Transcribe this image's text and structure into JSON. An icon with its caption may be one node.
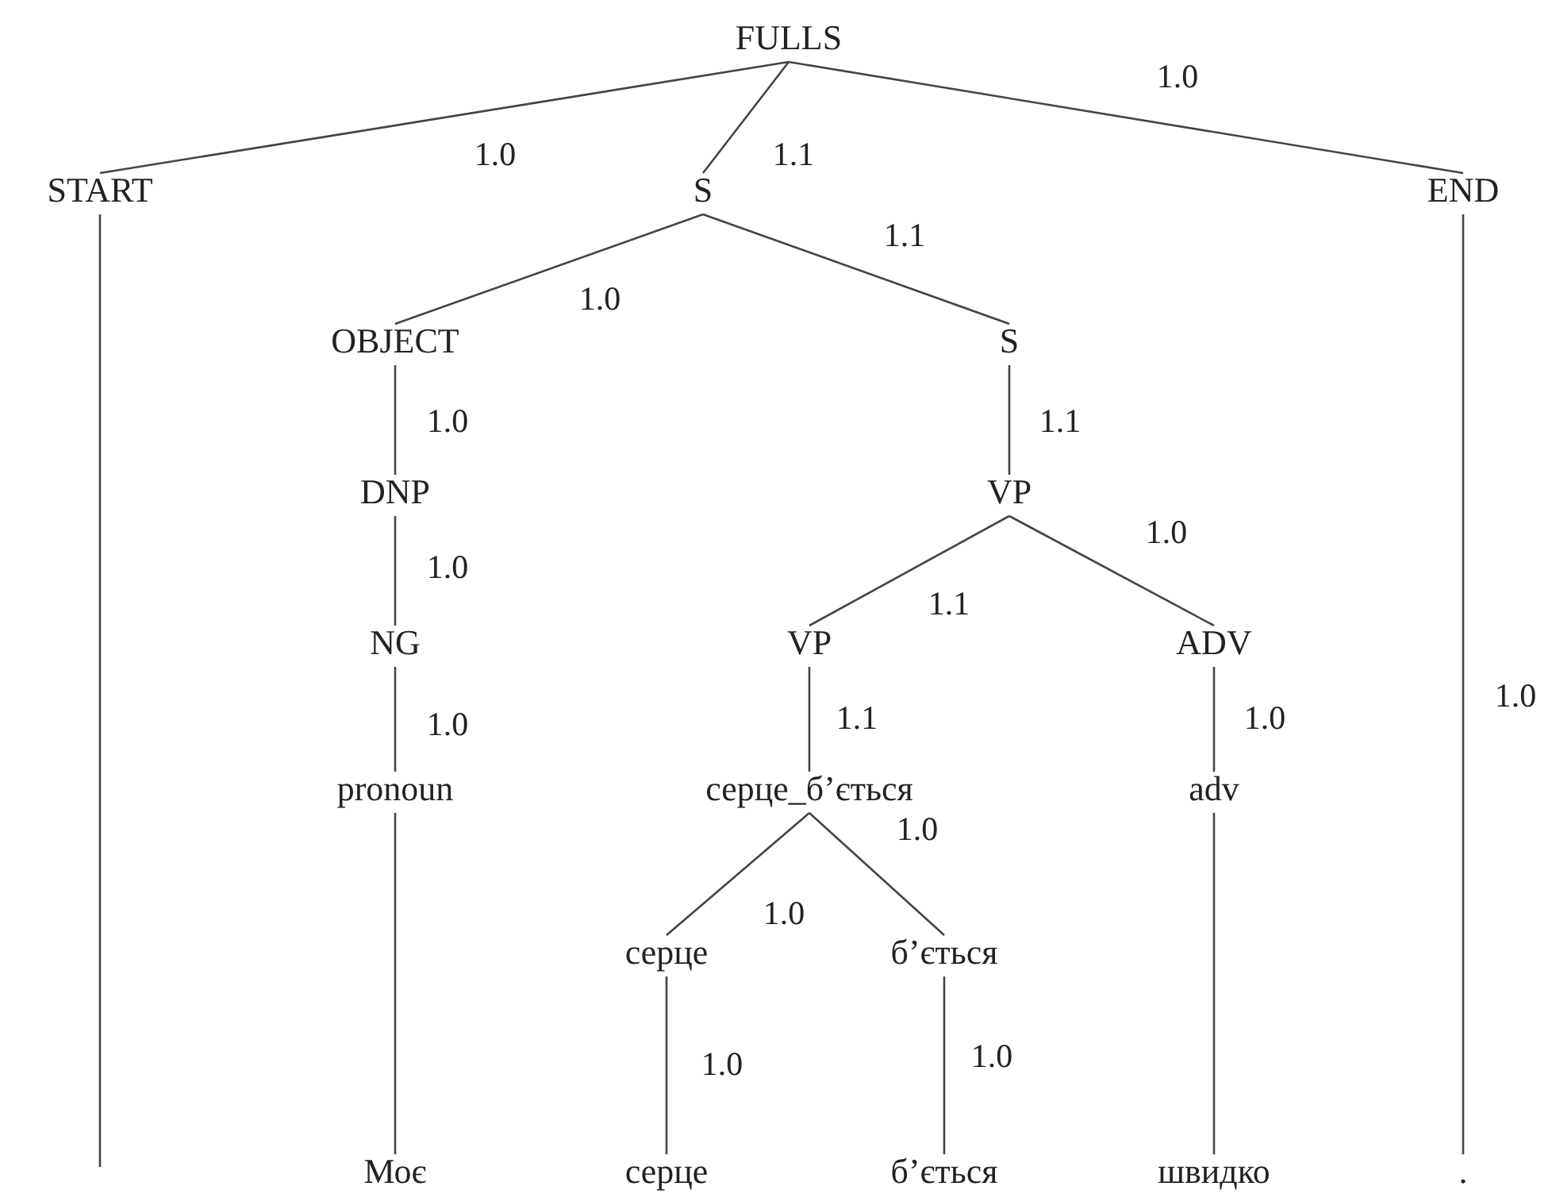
{
  "diagram": {
    "nodes": [
      {
        "text": [
          "FULLS"
        ]
      },
      {
        "text": [
          "START"
        ]
      },
      {
        "text": [
          "S"
        ]
      },
      {
        "text": [
          "END"
        ]
      },
      {
        "text": [
          "OBJECT"
        ]
      },
      {
        "text": [
          "S"
        ]
      },
      {
        "text": [
          "DNP"
        ]
      },
      {
        "text": [
          "VP"
        ]
      },
      {
        "text": [
          "NG"
        ]
      },
      {
        "text": [
          "VP"
        ]
      },
      {
        "text": [
          "ADV"
        ]
      },
      {
        "text": [
          "pronoun"
        ]
      },
      {
        "text": [
          "серце_б’ється"
        ]
      },
      {
        "text": [
          "adv"
        ]
      },
      {
        "text": [
          "серце"
        ]
      },
      {
        "text": [
          "б’ється"
        ]
      },
      {
        "text": [
          "Моє"
        ]
      },
      {
        "text": [
          "серце"
        ]
      },
      {
        "text": [
          "б’ється"
        ]
      },
      {
        "text": [
          "швидко"
        ]
      },
      {
        "text": [
          "."
        ]
      }
    ],
    "edges": [
      {
        "from": 0,
        "to": 1,
        "arrow": "none",
        "label": "1.0"
      },
      {
        "from": 0,
        "to": 2,
        "arrow": "none",
        "label": "1.1"
      },
      {
        "from": 0,
        "to": 3,
        "arrow": "none",
        "label": "1.0"
      },
      {
        "from": 1,
        "to": null,
        "arrow": "none"
      },
      {
        "from": 2,
        "to": 4,
        "arrow": "none",
        "label": "1.0"
      },
      {
        "from": 2,
        "to": 5,
        "arrow": "none",
        "label": "1.1"
      },
      {
        "from": 4,
        "to": 6,
        "arrow": "none",
        "label": "1.0"
      },
      {
        "from": 5,
        "to": 7,
        "arrow": "none",
        "label": "1.1"
      },
      {
        "from": 6,
        "to": 8,
        "arrow": "none",
        "label": "1.0"
      },
      {
        "from": 7,
        "to": 9,
        "arrow": "none",
        "label": "1.1"
      },
      {
        "from": 7,
        "to": 10,
        "arrow": "none",
        "label": "1.0"
      },
      {
        "from": 8,
        "to": 11,
        "arrow": "none",
        "label": "1.0"
      },
      {
        "from": 9,
        "to": 12,
        "arrow": "none",
        "label": "1.1"
      },
      {
        "from": 10,
        "to": 13,
        "arrow": "none",
        "label": "1.0"
      },
      {
        "from": 12,
        "to": 14,
        "arrow": "none",
        "label": "1.0"
      },
      {
        "from": 12,
        "to": 15,
        "arrow": "none",
        "label": "1.0"
      },
      {
        "from": 11,
        "to": 16,
        "arrow": "none"
      },
      {
        "from": 14,
        "to": 17,
        "arrow": "none",
        "label": "1.0"
      },
      {
        "from": 15,
        "to": 18,
        "arrow": "none",
        "label": "1.0"
      },
      {
        "from": 13,
        "to": 19,
        "arrow": "none"
      },
      {
        "from": 3,
        "to": 20,
        "arrow": "none",
        "label": "1.0"
      }
    ]
  }
}
